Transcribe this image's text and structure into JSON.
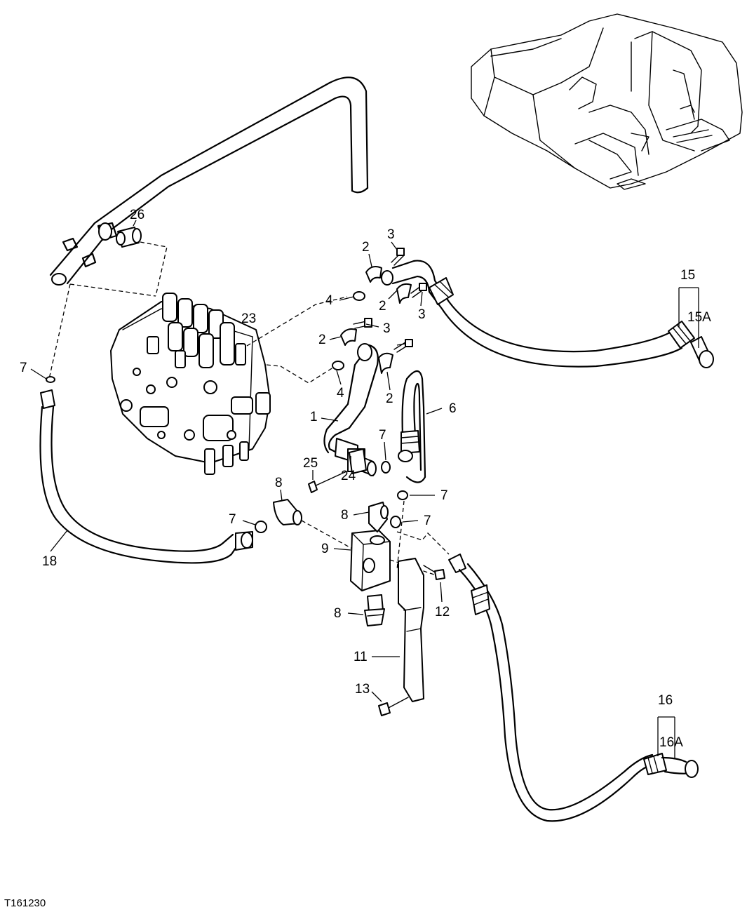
{
  "figure_code": "T161230",
  "callouts": [
    {
      "id": "c26",
      "text": "26"
    },
    {
      "id": "c23",
      "text": "23"
    },
    {
      "id": "c3a",
      "text": "3"
    },
    {
      "id": "c2a",
      "text": "2"
    },
    {
      "id": "c4a",
      "text": "4"
    },
    {
      "id": "c2b",
      "text": "2"
    },
    {
      "id": "c3b",
      "text": "3"
    },
    {
      "id": "c2c",
      "text": "2"
    },
    {
      "id": "c3c",
      "text": "3"
    },
    {
      "id": "c4b",
      "text": "4"
    },
    {
      "id": "c2d",
      "text": "2"
    },
    {
      "id": "c15",
      "text": "15"
    },
    {
      "id": "c15a",
      "text": "15A"
    },
    {
      "id": "c7a",
      "text": "7"
    },
    {
      "id": "c1",
      "text": "1"
    },
    {
      "id": "c6",
      "text": "6"
    },
    {
      "id": "c7b",
      "text": "7"
    },
    {
      "id": "c25",
      "text": "25"
    },
    {
      "id": "c24",
      "text": "24"
    },
    {
      "id": "c8a",
      "text": "8"
    },
    {
      "id": "c7c",
      "text": "7"
    },
    {
      "id": "c8b",
      "text": "8"
    },
    {
      "id": "c7d",
      "text": "7"
    },
    {
      "id": "c7e",
      "text": "7"
    },
    {
      "id": "c18",
      "text": "18"
    },
    {
      "id": "c9",
      "text": "9"
    },
    {
      "id": "c12",
      "text": "12"
    },
    {
      "id": "c8c",
      "text": "8"
    },
    {
      "id": "c11",
      "text": "11"
    },
    {
      "id": "c13",
      "text": "13"
    },
    {
      "id": "c16",
      "text": "16"
    },
    {
      "id": "c16a",
      "text": "16A"
    }
  ]
}
